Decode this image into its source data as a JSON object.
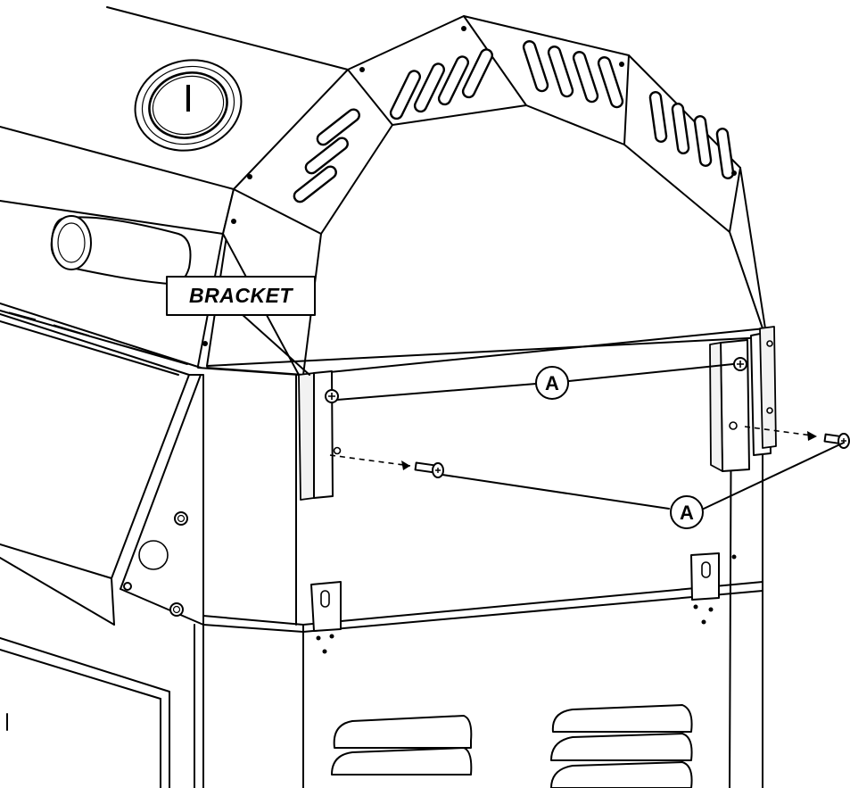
{
  "labels": {
    "bracket": "BRACKET",
    "screw_a_top": "A",
    "screw_a_bottom": "A"
  }
}
